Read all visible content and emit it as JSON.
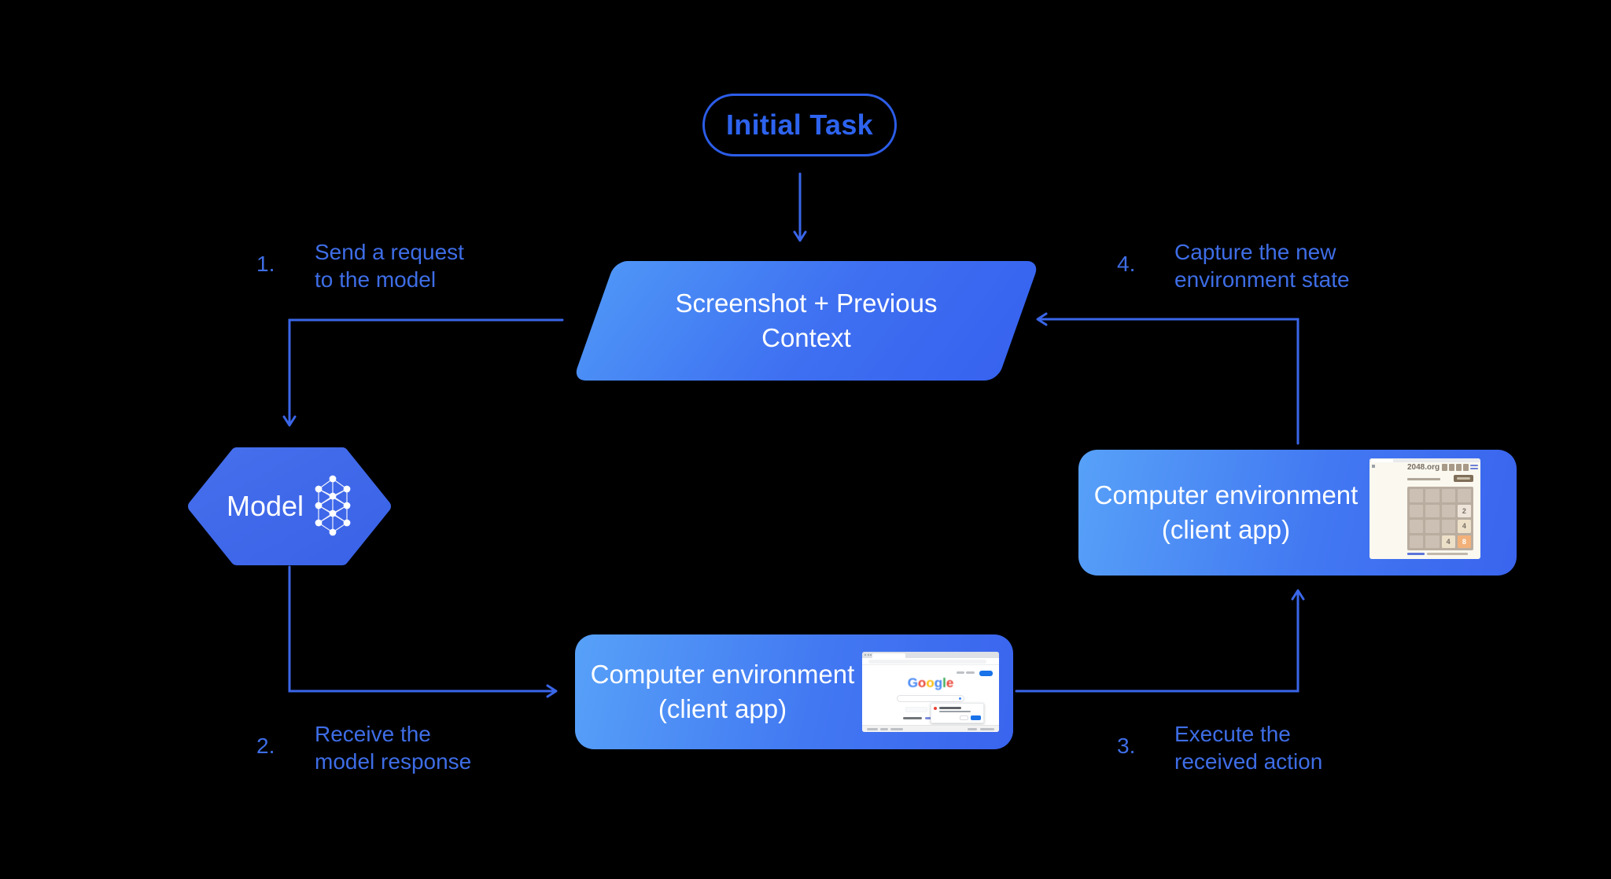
{
  "nodes": {
    "initial_task": {
      "label": "Initial Task"
    },
    "screenshot_context": {
      "line1": "Screenshot + Previous",
      "line2": "Context"
    },
    "model": {
      "label": "Model"
    },
    "env_bottom": {
      "line1": "Computer environment",
      "line2": "(client app)"
    },
    "env_right": {
      "line1": "Computer environment",
      "line2": "(client app)"
    }
  },
  "steps": [
    {
      "num": "1.",
      "line1": "Send a request",
      "line2": "to the model"
    },
    {
      "num": "2.",
      "line1": "Receive the",
      "line2": "model response"
    },
    {
      "num": "3.",
      "line1": "Execute the",
      "line2": "received action"
    },
    {
      "num": "4.",
      "line1": "Capture the new",
      "line2": "environment state"
    }
  ],
  "thumbnails": {
    "google": {
      "logo_letters": [
        "G",
        "o",
        "o",
        "g",
        "l",
        "e"
      ],
      "logo_colors": [
        "#4285F4",
        "#EA4335",
        "#FBBC05",
        "#4285F4",
        "#34A853",
        "#EA4335"
      ]
    },
    "game2048": {
      "site": "2048.org",
      "tiles": [
        "2",
        "4",
        "4",
        "8"
      ]
    }
  },
  "colors": {
    "background": "#000000",
    "arrow_blue": "#3A66E8",
    "label_blue": "#3E6DE6",
    "pill_blue": "#2D63EE",
    "shape_gradient_start": "#57A1F8",
    "shape_gradient_end": "#3A64EE",
    "hexagon_fill": "#3E6AEA",
    "text_white": "#FFFFFF",
    "google_blue": "#1A73E8",
    "tile_2": "#EEE4DA",
    "tile_4": "#EDE0C8",
    "tile_8": "#F2B179"
  }
}
